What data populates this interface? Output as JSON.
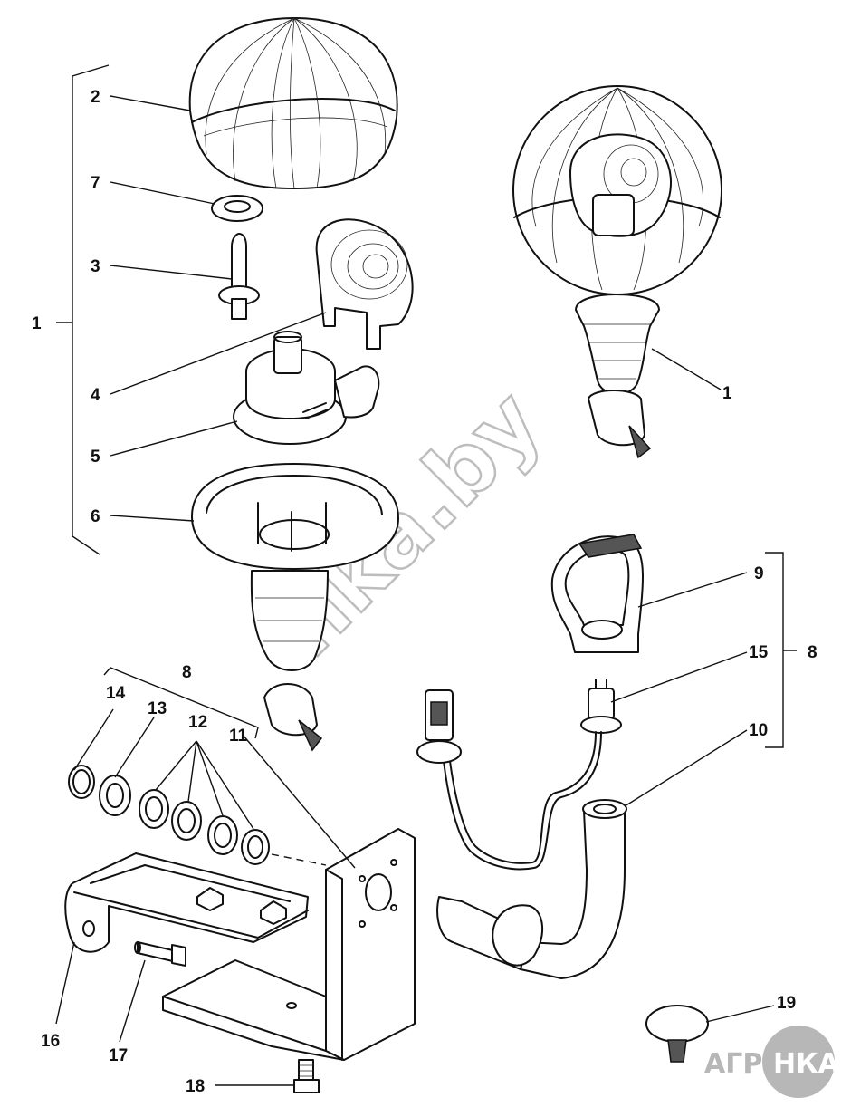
{
  "callouts": {
    "c1_left": "1",
    "c2": "2",
    "c7": "7",
    "c3": "3",
    "c4": "4",
    "c5": "5",
    "c6": "6",
    "c1_right": "1",
    "c9": "9",
    "c15": "15",
    "c8_right": "8",
    "c10": "10",
    "c8_left": "8",
    "c14": "14",
    "c13": "13",
    "c12": "12",
    "c11": "11",
    "c16": "16",
    "c17": "17",
    "c18": "18",
    "c19": "19"
  },
  "watermark": "nka.by",
  "logo": {
    "left": "АГРО",
    "right": "НКА"
  }
}
